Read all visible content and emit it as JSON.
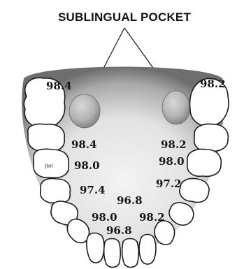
{
  "title": "SUBLINGUAL POCKET",
  "readings": {
    "left_pocket": "98.4",
    "right_pocket": "98.2",
    "left_1": "98.4",
    "right_1": "98.2",
    "left_2": "98.0",
    "right_2": "98.0",
    "left_3": "97.4",
    "right_3": "97.2",
    "center": "96.8",
    "left_front": "98.0",
    "right_front": "98.2",
    "bottom_center": "96.8"
  },
  "tooth_mark": "8m",
  "colors": {
    "palate_light": "#efefef",
    "palate_dark": "#6f6f6f",
    "pocket": "#b9b9b9",
    "outline": "#1c1c1c"
  }
}
